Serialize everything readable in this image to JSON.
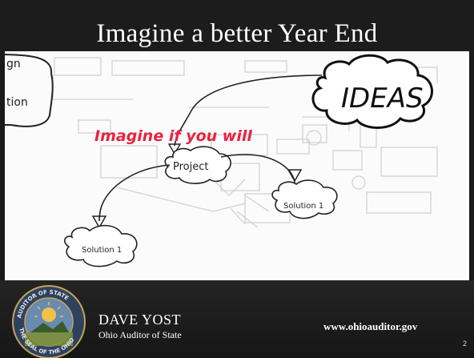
{
  "slide": {
    "title": "Imagine a better Year End",
    "page_number": "2"
  },
  "whiteboard": {
    "left_fragments": [
      "gn",
      "tion"
    ],
    "headline": "Imagine if you will",
    "ideas_label": "IDEAS",
    "project_label": "Project",
    "solution_left_label": "Solution 1",
    "solution_right_label": "Solution 1"
  },
  "footer": {
    "name": "DAVE YOST",
    "role": "Ohio Auditor of State",
    "website": "www.ohioauditor.gov",
    "seal_text_top": "AUDITOR OF STATE",
    "seal_text_bottom": "THE SEAL OF THE OHIO"
  },
  "colors": {
    "headline_red": "#e8233f",
    "footer_bg": "#1c1c1c",
    "canvas_bg": "#fbfbfb"
  }
}
